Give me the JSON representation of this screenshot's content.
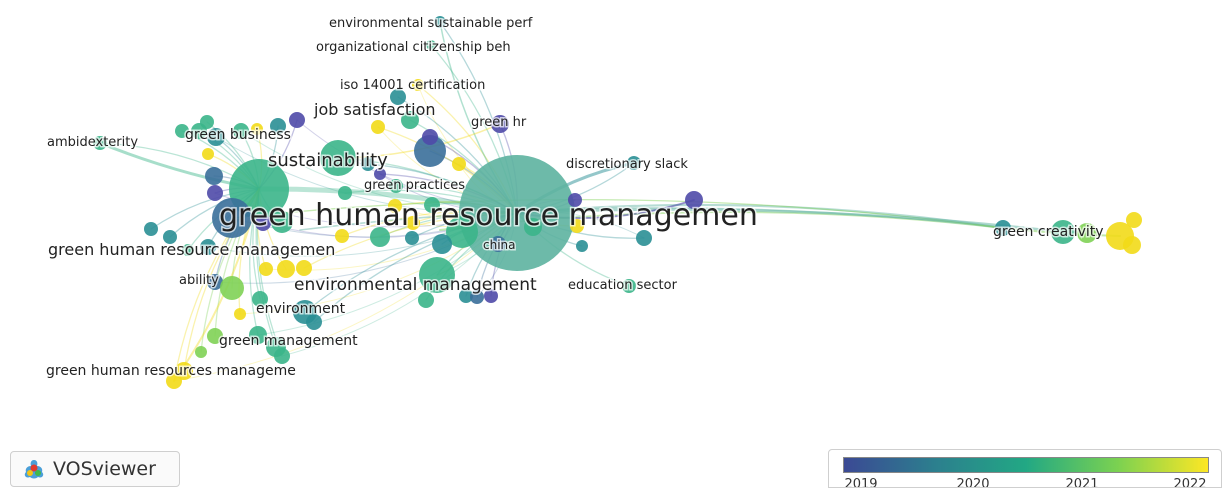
{
  "app": {
    "name": "VOSviewer"
  },
  "labels": {
    "env_sustainable": "environmental sustainable perf",
    "org_citizenship": "organizational citizenship beh",
    "iso": "iso 14001 certification",
    "job_satisfaction": "job satisfaction",
    "green_hr": "green hr",
    "ambidexterity": "ambidexterity",
    "green_business": "green business",
    "sustainability": "sustainability",
    "discretionary_slack": "discretionary slack",
    "green_practices": "green practices",
    "ghrm_main": "green human resource managemen",
    "green_creativity": "green creativity",
    "china": "china",
    "ghrm_left": "green human resource managemen",
    "ability": "ability",
    "environmental_management": "environmental management",
    "education_sector": "education sector",
    "environment": "environment",
    "green_management": "green management",
    "ghrm_plural": "green human resources manageme"
  },
  "colorscale": {
    "ticks": [
      "2019",
      "2020",
      "2021",
      "2022"
    ],
    "colors": [
      "#3b4994",
      "#2c7f8e",
      "#22a884",
      "#7ad151",
      "#fde725"
    ]
  }
}
